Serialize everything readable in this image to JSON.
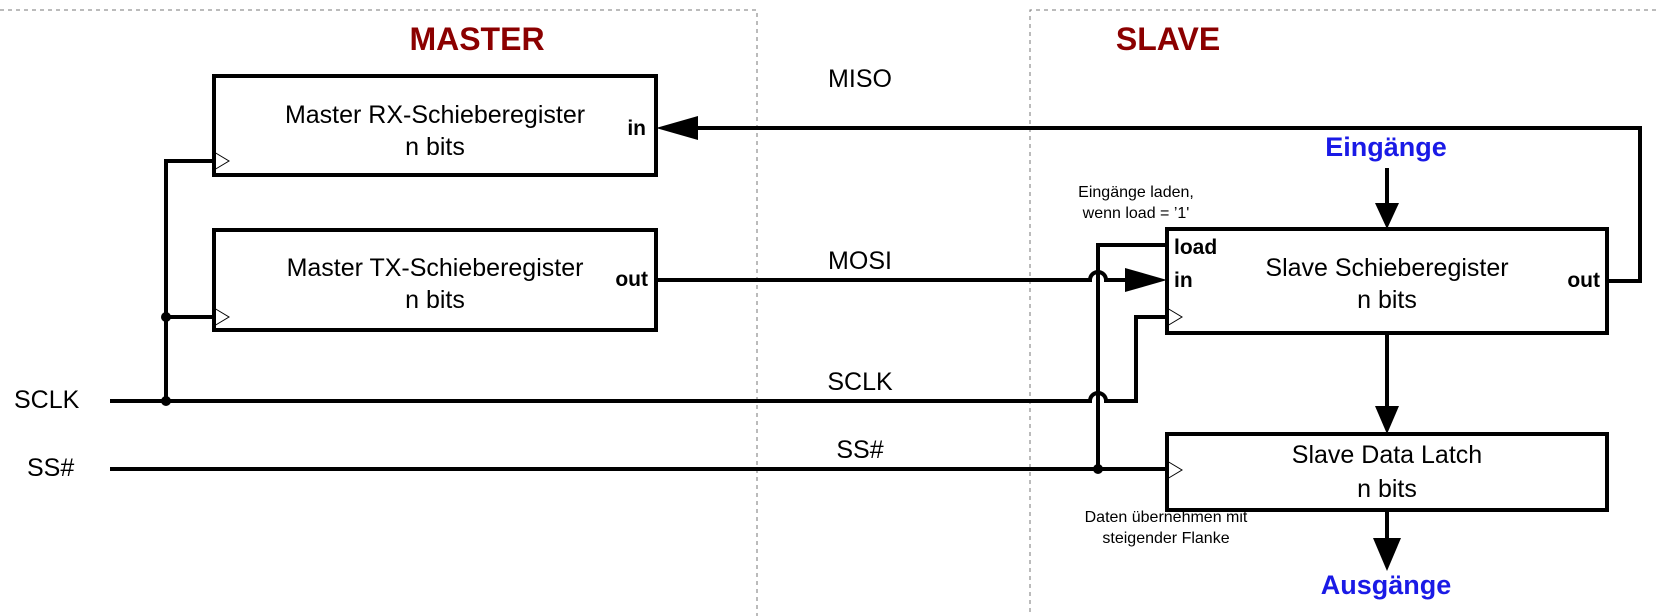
{
  "sections": {
    "master_title": "MASTER",
    "slave_title": "SLAVE"
  },
  "blocks": {
    "master_rx": {
      "line1": "Master RX-Schieberegister",
      "line2": "n bits",
      "port_in": "in"
    },
    "master_tx": {
      "line1": "Master TX-Schieberegister",
      "line2": "n bits",
      "port_out": "out"
    },
    "slave_shift": {
      "line1": "Slave Schieberegister",
      "line2": "n bits",
      "port_load": "load",
      "port_in": "in",
      "port_out": "out"
    },
    "slave_latch": {
      "line1": "Slave Data Latch",
      "line2": "n bits"
    }
  },
  "signals": {
    "miso": "MISO",
    "mosi": "MOSI",
    "sclk": "SCLK",
    "ss": "SS#",
    "sclk_input": "SCLK",
    "ss_input": "SS#"
  },
  "annotations": {
    "inputs_heading": "Eingänge",
    "outputs_heading": "Ausgänge",
    "load_note_line1": "Eingänge laden,",
    "load_note_line2": "wenn load =  ’1'",
    "latch_note_line1": "Daten übernehmen mit",
    "latch_note_line2": "steigender Flanke"
  },
  "colors": {
    "section_title": "#8B0000",
    "heading_blue": "#1A1AE6",
    "line": "#000000",
    "divider": "#777777"
  }
}
